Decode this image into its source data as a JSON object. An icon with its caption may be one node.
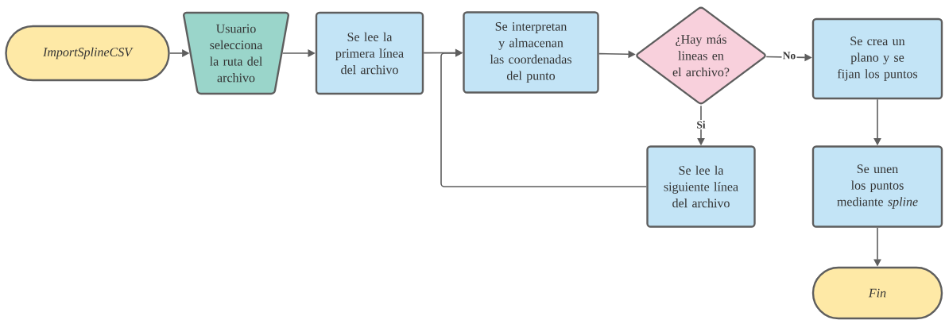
{
  "diagram": {
    "nodes": [
      {
        "text": [
          "ImportSplineCSV"
        ]
      },
      {
        "text": [
          "Usuario selecciona la ruta del archivo"
        ]
      },
      {
        "text": [
          "Se lee la primera línea del archivo"
        ]
      },
      {
        "text": [
          "Se interpretan y almacenan las coordenadas del punto"
        ]
      },
      {
        "text": [
          "¿Hay más lineas en el archivo?"
        ]
      },
      {
        "text": [
          "Se crea un plano y se fijan los puntos"
        ]
      },
      {
        "text": [
          "Se lee la siguiente línea del archivo"
        ]
      },
      {
        "text": [
          "Se unen los puntos mediante *spline*"
        ]
      },
      {
        "text": [
          "Fin"
        ]
      }
    ],
    "edges": [
      {
        "from": 0,
        "to": 1,
        "arrow": "to"
      },
      {
        "from": 1,
        "to": 2,
        "arrow": "to"
      },
      {
        "from": 2,
        "to": 3,
        "arrow": "to"
      },
      {
        "from": 3,
        "to": 4,
        "arrow": "to"
      },
      {
        "from": 4,
        "to": 5,
        "arrow": "to",
        "label": "No"
      },
      {
        "from": 4,
        "to": 6,
        "arrow": "to",
        "label": "Si"
      },
      {
        "from": 6,
        "to": 3,
        "arrow": "to"
      },
      {
        "from": 5,
        "to": 7,
        "arrow": "to"
      },
      {
        "from": 7,
        "to": 8,
        "arrow": "to"
      }
    ]
  }
}
